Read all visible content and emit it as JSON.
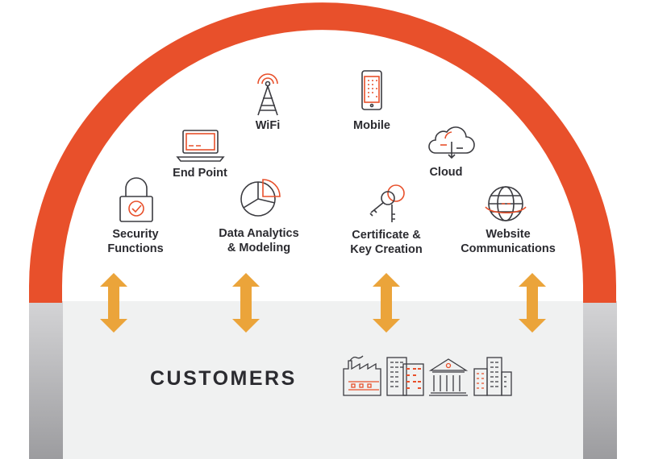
{
  "header": {
    "title": "QLABS SOLUTIONS"
  },
  "capabilities": [
    {
      "id": "security",
      "label": "Security\nFunctions",
      "icon": "padlock-check-icon"
    },
    {
      "id": "endpoint",
      "label": "End Point",
      "icon": "laptop-icon"
    },
    {
      "id": "wifi",
      "label": "WiFi",
      "icon": "wifi-tower-icon"
    },
    {
      "id": "analytics",
      "label": "Data Analytics\n& Modeling",
      "icon": "pie-chart-icon"
    },
    {
      "id": "mobile",
      "label": "Mobile",
      "icon": "smartphone-icon"
    },
    {
      "id": "cloud",
      "label": "Cloud",
      "icon": "cloud-icon"
    },
    {
      "id": "certificate",
      "label": "Certificate &\nKey Creation",
      "icon": "keys-icon"
    },
    {
      "id": "website",
      "label": "Website\nCommunications",
      "icon": "globe-icon"
    }
  ],
  "customers": {
    "label": "CUSTOMERS",
    "icon": "buildings-icon"
  },
  "colors": {
    "arch": "#e8502b",
    "gold": "#eba43a",
    "band": "#f0f1f1",
    "gray": "#c7c7c9",
    "icon_stroke": "#3b3b40",
    "accent": "#e8502b"
  }
}
